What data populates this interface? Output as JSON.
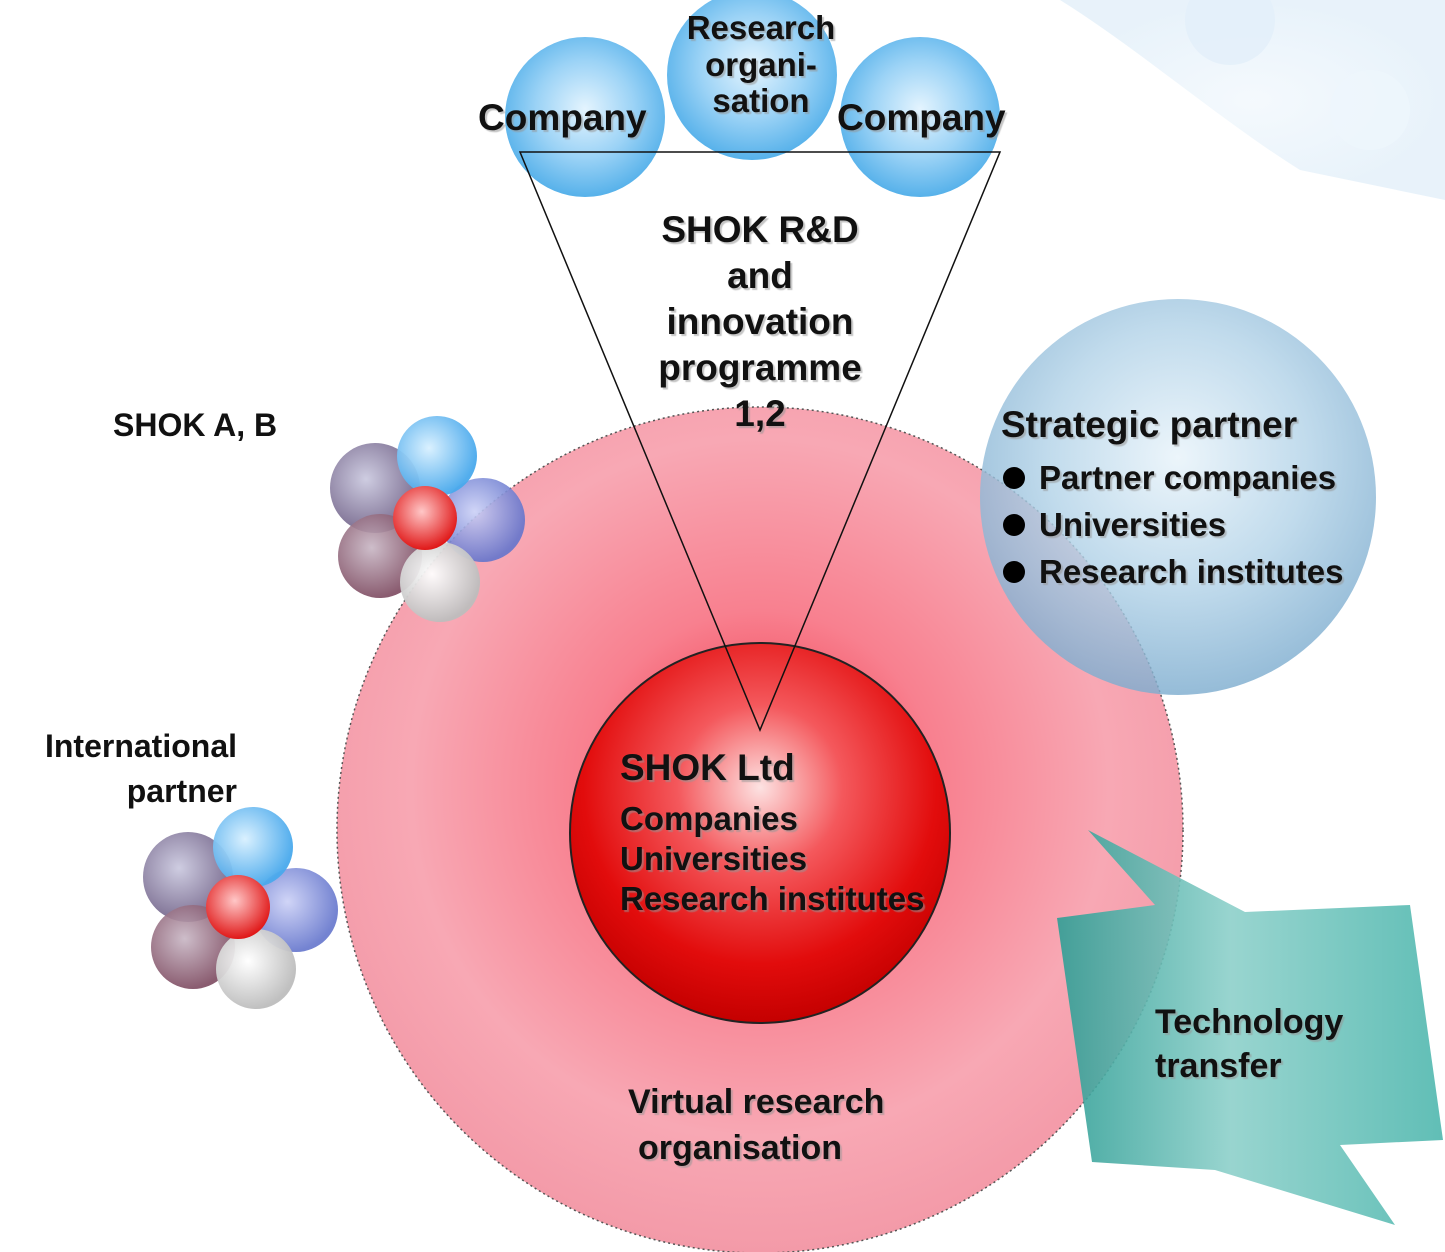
{
  "top": {
    "company_left": "Company",
    "research_org_lines": [
      "Research",
      "organi-",
      "sation"
    ],
    "company_right": "Company"
  },
  "programme": {
    "lines": [
      "SHOK R&D",
      "and",
      "innovation",
      "programme",
      "1,2"
    ]
  },
  "shok_ab": {
    "label": "SHOK A, B"
  },
  "international_partner": {
    "lines": [
      "International",
      "partner"
    ]
  },
  "strategic_partner": {
    "title": "Strategic partner",
    "items": [
      "Partner companies",
      "Universities",
      "Research institutes"
    ]
  },
  "shok_ltd": {
    "title": "SHOK Ltd",
    "lines": [
      "Companies",
      "Universities",
      "Research institutes"
    ]
  },
  "virtual_org": {
    "lines": [
      "Virtual research",
      "organisation"
    ]
  },
  "tech_transfer": {
    "lines": [
      "Technology",
      "transfer"
    ]
  },
  "colors": {
    "outer_circle": "#f7a4b0",
    "core_circle": "#e60000",
    "blue_bubble": "#7ec4ee",
    "strategic_bubble": "#8cbad8",
    "arrow": "#7fcfc6"
  }
}
